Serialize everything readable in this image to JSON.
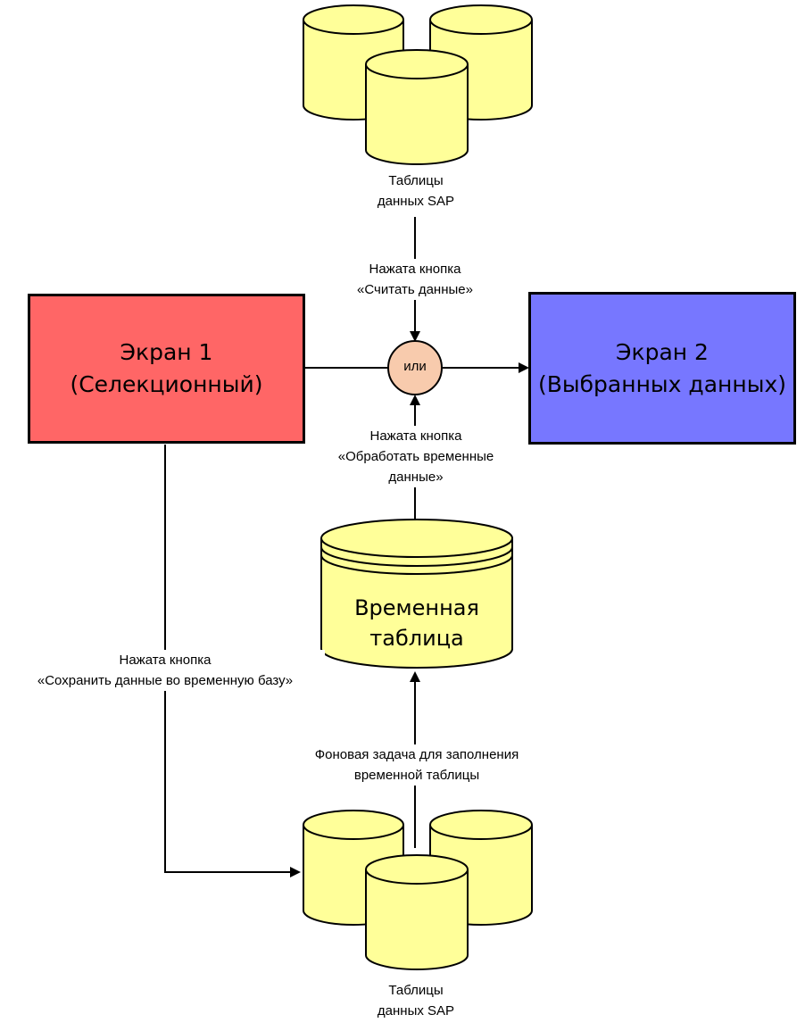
{
  "colors": {
    "screen1_fill": "#ff6666",
    "screen2_fill": "#7777ff",
    "db_fill": "#ffff99",
    "or_fill": "#f8cbad",
    "stroke": "#000000"
  },
  "top_db": {
    "label_line1": "Таблицы",
    "label_line2": "данных SAP"
  },
  "bottom_db": {
    "label_line1": "Таблицы",
    "label_line2": "данных SAP"
  },
  "screen1": {
    "line1": "Экран 1",
    "line2": "(Селекционный)"
  },
  "screen2": {
    "line1": "Экран 2",
    "line2": "(Выбранных данных)"
  },
  "or_node": {
    "label": "или"
  },
  "temp_table": {
    "line1": "Временная",
    "line2": "таблица"
  },
  "edges": {
    "read": {
      "line1": "Нажата кнопка",
      "line2": "«Считать данные»"
    },
    "process": {
      "line1": "Нажата кнопка",
      "line2": "«Обработать временные",
      "line3": "данные»"
    },
    "save": {
      "line1": "Нажата кнопка",
      "line2": "«Сохранить данные во временную базу»"
    },
    "background": {
      "line1": "Фоновая задача для заполнения",
      "line2": "временной таблицы"
    }
  }
}
